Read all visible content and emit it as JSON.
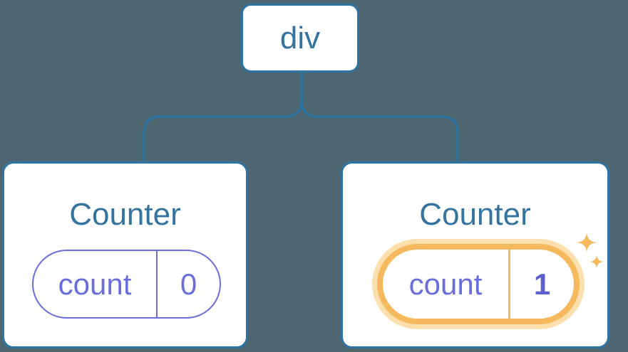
{
  "diagram": {
    "root": {
      "label": "div"
    },
    "children": [
      {
        "title": "Counter",
        "state": {
          "key": "count",
          "value": "0"
        },
        "highlighted": false
      },
      {
        "title": "Counter",
        "state": {
          "key": "count",
          "value": "1"
        },
        "highlighted": true
      }
    ]
  },
  "icons": {
    "sparkles": "two four-point stars marking updated state"
  },
  "colors": {
    "bg": "#4D6670",
    "blue-line": "#2E74A2",
    "blue-text": "#34749E",
    "purple": "#6A6EDB",
    "purple-strong": "#5B60CE",
    "orange": "#F6B95E",
    "orange-halo": "#FBE0AD",
    "card-bg": "#FFFFFF"
  }
}
